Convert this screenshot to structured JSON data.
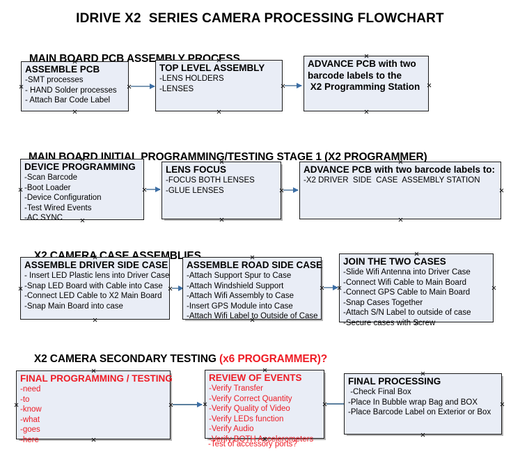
{
  "document": {
    "title": "IDRIVE X2  SERIES CAMERA PROCESSING FLOWCHART",
    "colors": {
      "box_fill": "#e9edf6",
      "box_border": "#1a1a1a",
      "arrow": "#7f9bb5",
      "arrow_head": "#3b6ea5",
      "accent_red": "#ee1c25",
      "text": "#000000",
      "background": "#ffffff"
    }
  },
  "sections": [
    {
      "id": "pcb-assembly",
      "heading": "MAIN BOARD PCB ASSEMBLY PROCESS",
      "heading_accent": "",
      "boxes": [
        {
          "id": "assemble-pcb",
          "title": "ASSEMBLE PCB",
          "lines": [
            "-SMT processes",
            "- HAND Solder processes",
            "- Attach Bar Code Label"
          ]
        },
        {
          "id": "top-level-assembly",
          "title": "TOP LEVEL ASSEMBLY",
          "lines": [
            "-LENS HOLDERS",
            "-LENSES"
          ]
        },
        {
          "id": "advance-pcb-programming-station",
          "title": "",
          "lines": [
            "ADVANCE PCB with two",
            "barcode labels to the",
            " X2 Programming Station"
          ]
        }
      ]
    },
    {
      "id": "initial-programming",
      "heading": "MAIN BOARD INITIAL PROGRAMMING/TESTING STAGE 1 (X2 PROGRAMMER)",
      "heading_accent": "",
      "boxes": [
        {
          "id": "device-programming",
          "title": "DEVICE PROGRAMMING",
          "lines": [
            "-Scan Barcode",
            "-Boot Loader",
            "-Device Configuration",
            "-Test Wired Events",
            "-AC SYNC"
          ]
        },
        {
          "id": "lens-focus",
          "title": "LENS FOCUS",
          "lines": [
            "-FOCUS BOTH LENSES",
            "-GLUE LENSES"
          ]
        },
        {
          "id": "advance-pcb-driver-side",
          "title": "ADVANCE PCB with two barcode labels to:",
          "lines": [
            "-X2 DRIVER  SIDE  CASE  ASSEMBLY STATION"
          ]
        }
      ]
    },
    {
      "id": "case-assemblies",
      "heading": "X2 CAMERA CASE ASSEMBLIES",
      "heading_accent": "",
      "boxes": [
        {
          "id": "assemble-driver-side-case",
          "title": "ASSEMBLE DRIVER SIDE CASE",
          "lines": [
            "- Insert LED Plastic lens into Driver Case",
            "-Snap LED Board with Cable into Case",
            "-Connect LED Cable to X2 Main Board",
            "-Snap Main Board into case"
          ]
        },
        {
          "id": "assemble-road-side-case",
          "title": "ASSEMBLE ROAD SIDE CASE",
          "lines": [
            "-Attach Support Spur to Case",
            "-Attach Windshield Support",
            "-Attach Wifi Assembly to Case",
            "-Insert GPS Module into Case",
            "-Attach Wifi Label to Outside of Case"
          ]
        },
        {
          "id": "join-the-two-cases",
          "title": "JOIN THE TWO CASES",
          "lines": [
            "-Slide Wifi Antenna into Driver Case",
            "-Connect Wifi Cable to Main Board",
            "-Connect GPS Cable to Main Board",
            "-Snap Cases Together",
            "-Attach S/N Label to outside of case",
            "-Secure cases with Screw"
          ]
        }
      ]
    },
    {
      "id": "secondary-testing",
      "heading": "X2 CAMERA SECONDARY TESTING ",
      "heading_accent": "(x6 PROGRAMMER)?",
      "boxes": [
        {
          "id": "final-programming-testing",
          "title": "FINAL PROGRAMMING / TESTING",
          "lines": [
            "-need",
            "-to",
            "-know",
            "-what",
            "-goes",
            "-here"
          ]
        },
        {
          "id": "review-of-events",
          "title": "REVIEW OF EVENTS",
          "lines": [
            "-Verify Transfer",
            "-Verify Correct Quantity",
            "-Verify Quality of Video",
            "-Verify LEDs function",
            "-Verify Audio",
            "-Verify BOTH Accelerometers"
          ],
          "overflow_line": "-Test of accessory ports?"
        },
        {
          "id": "final-processing",
          "title": "FINAL PROCESSING",
          "lines": [
            " -Check Final Box",
            "-Place In Bubble wrap Bag and BOX",
            "-Place Barcode Label on Exterior or Box"
          ]
        }
      ]
    }
  ]
}
